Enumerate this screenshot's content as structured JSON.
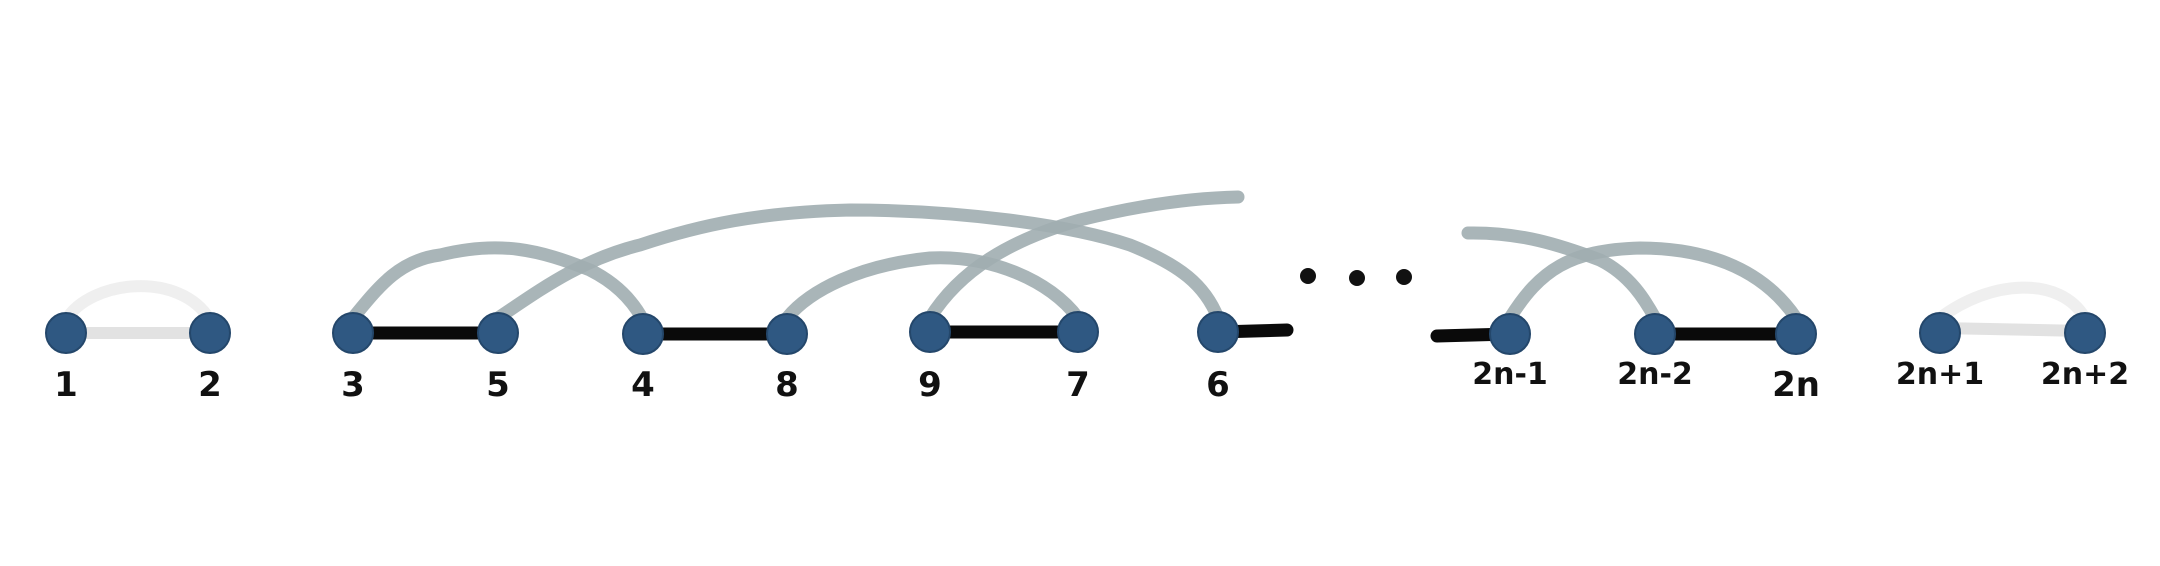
{
  "nodes": [
    {
      "id": "n1",
      "label": "1"
    },
    {
      "id": "n2",
      "label": "2"
    },
    {
      "id": "n3",
      "label": "3"
    },
    {
      "id": "n5",
      "label": "5"
    },
    {
      "id": "n4",
      "label": "4"
    },
    {
      "id": "n8",
      "label": "8"
    },
    {
      "id": "n9",
      "label": "9"
    },
    {
      "id": "n7",
      "label": "7"
    },
    {
      "id": "n6",
      "label": "6"
    },
    {
      "id": "n2n-1",
      "label": "2n-1"
    },
    {
      "id": "n2n-2",
      "label": "2n-2"
    },
    {
      "id": "n2n",
      "label": "2n"
    },
    {
      "id": "n2n+1",
      "label": "2n+1"
    },
    {
      "id": "n2n+2",
      "label": "2n+2"
    }
  ],
  "ellipsis": "...",
  "colors": {
    "node": "#2f5882",
    "black_edge": "#0a0a0a",
    "gray_edge": "#a0adb0",
    "light_edge": "#e2e2e2"
  }
}
